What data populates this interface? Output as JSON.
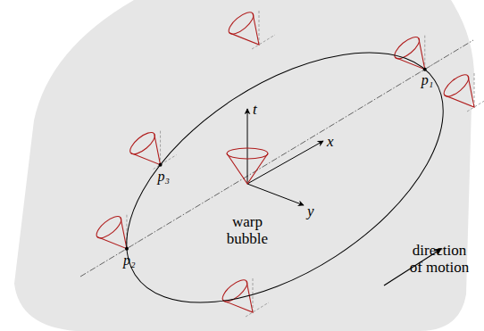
{
  "diagram": {
    "nodes": [
      {
        "text": [
          "warp bubble"
        ]
      }
    ],
    "labels": [
      "t",
      "x",
      "y",
      "p₁",
      "p₃",
      "p₂",
      "direction of motion"
    ]
  }
}
